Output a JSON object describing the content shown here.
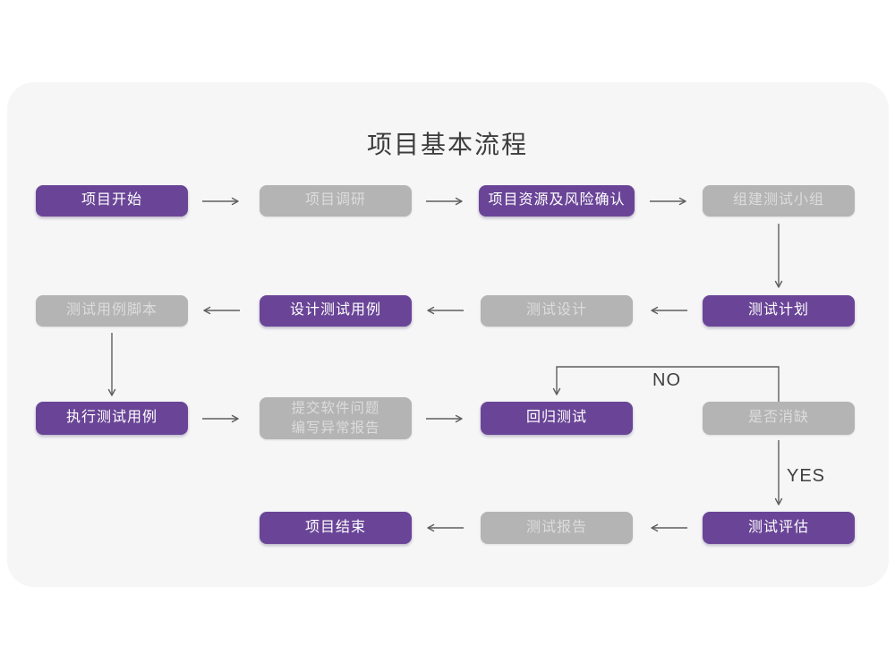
{
  "title": "项目基本流程",
  "edge_labels": {
    "no": "NO",
    "yes": "YES"
  },
  "colors": {
    "node_purple": "#6a4597",
    "node_gray": "#b4b4b4",
    "node_text_on_purple": "#ffffff",
    "node_text_on_gray": "#dcdcdc",
    "card_background": "#f6f6f7",
    "page_background": "#ffffff",
    "arrow": "#5f5f5f",
    "title_text": "#3d3d3d"
  },
  "nodes": [
    {
      "id": "project-start",
      "label": "项目开始",
      "variant": "purple"
    },
    {
      "id": "project-research",
      "label": "项目调研",
      "variant": "gray"
    },
    {
      "id": "resources-risk-confirm",
      "label": "项目资源及风险确认",
      "variant": "purple"
    },
    {
      "id": "build-test-team",
      "label": "组建测试小组",
      "variant": "gray"
    },
    {
      "id": "test-plan",
      "label": "测试计划",
      "variant": "purple"
    },
    {
      "id": "test-design",
      "label": "测试设计",
      "variant": "gray"
    },
    {
      "id": "design-test-cases",
      "label": "设计测试用例",
      "variant": "purple"
    },
    {
      "id": "test-case-script",
      "label": "测试用例脚本",
      "variant": "gray"
    },
    {
      "id": "execute-test-cases",
      "label": "执行测试用例",
      "variant": "purple"
    },
    {
      "id": "submit-issues-report",
      "label": "提交软件问题\n编写异常报告",
      "variant": "gray"
    },
    {
      "id": "regression-test",
      "label": "回归测试",
      "variant": "purple"
    },
    {
      "id": "defect-resolved",
      "label": "是否消缺",
      "variant": "gray"
    },
    {
      "id": "test-evaluation",
      "label": "测试评估",
      "variant": "purple"
    },
    {
      "id": "test-report",
      "label": "测试报告",
      "variant": "gray"
    },
    {
      "id": "project-end",
      "label": "项目结束",
      "variant": "purple"
    }
  ]
}
